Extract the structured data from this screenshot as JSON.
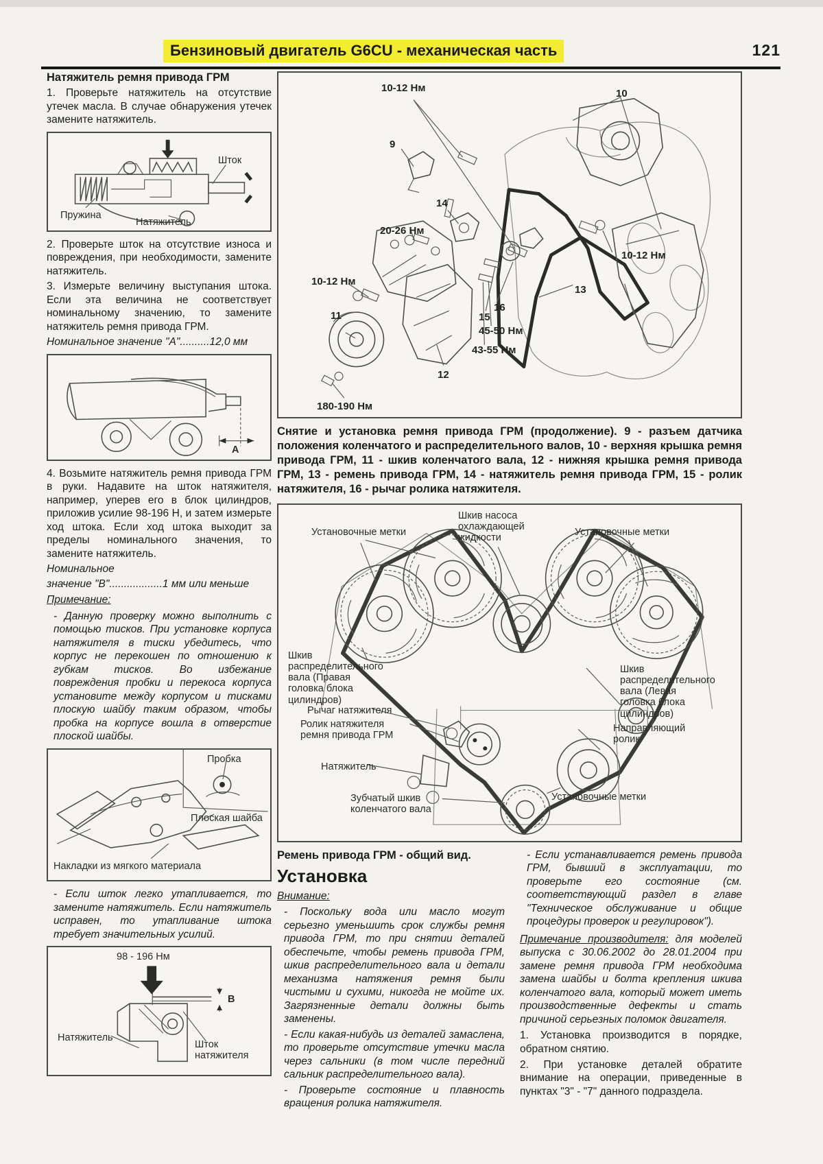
{
  "header": {
    "title": "Бензиновый двигатель G6CU - механическая часть",
    "page_number": "121",
    "highlight_color": "#f3ec35"
  },
  "left": {
    "title": "Натяжитель ремня привода ГРМ",
    "p1": "1. Проверьте натяжитель на отсутствие утечек масла. В случае обнаружения утечек замените натяжитель.",
    "fig_cutaway": {
      "rod": "Шток",
      "spring": "Пружина",
      "tensioner": "Натяжитель"
    },
    "p2": "2. Проверьте шток на отсутствие износа и повреждения, при необходимости, замените натяжитель.",
    "p3": "3. Измерьте величину выступания штока. Если эта величина не соответствует номинальному значению, то замените натяжитель ремня привода ГРМ.",
    "nominal_a": "Номинальное значение \"А\"..........12,0 мм",
    "fig_protrusion": {
      "dim": "А"
    },
    "p4": "4. Возьмите натяжитель ремня привода ГРМ в руки. Надавите на шток натяжителя, например, уперев его в блок цилиндров, приложив усилие 98-196 Н, и затем измерьте ход штока. Если ход штока выходит за пределы номинального значения, то замените натяжитель.",
    "nominal_b1": "Номинальное",
    "nominal_b2": "значение \"В\"..................1 мм или меньше",
    "note_label": "Примечание:",
    "note": "- Данную проверку можно выполнить с помощью тисков. При установке корпуса натяжителя в тиски убедитесь, что корпус не перекошен по отношению к губкам тисков. Во избежание повреждения пробки и перекоса корпуса установите между корпусом и тисками плоскую шайбу таким образом, чтобы пробка на корпусе вошла в отверстие плоской шайбы.",
    "fig_vise": {
      "plug": "Пробка",
      "washer": "Плоская шайба",
      "pads": "Накладки из мягкого материала"
    },
    "b1": "- Если шток легко утапливается, то замените натяжитель. Если натяжитель исправен, то утапливание штока требует значительных усилий.",
    "fig_force": {
      "force": "98 - 196 Нм",
      "dim": "В",
      "tensioner": "Натяжитель",
      "rod": "Шток натяжителя"
    }
  },
  "exploded": {
    "callouts": [
      "10-12 Нм",
      "10",
      "9",
      "14",
      "20-26 Нм",
      "10-12 Нм",
      "10-12 Нм",
      "13",
      "16",
      "15",
      "45-50 Нм",
      "43-55 Нм",
      "11",
      "180-190 Нм",
      "12"
    ],
    "caption": "Снятие и установка ремня привода ГРМ (продолжение). 9 - разъем датчика положения коленчатого и распределительного валов, 10 - верхняя крышка ремня привода ГРМ, 11 - шкив коленчатого вала, 12 - нижняя крышка ремня привода ГРМ, 13 - ремень привода ГРМ, 14 - натяжитель ремня привода ГРМ, 15 - ролик натяжителя, 16 - рычаг ролика натяжителя."
  },
  "belt": {
    "labels": {
      "marks_left": "Установочные метки",
      "pump": "Шкив насоса охлаждающей жидкости",
      "marks_right": "Установочные метки",
      "cam_right_head": "Шкив распределительного вала (Правая головка блока цилиндров)",
      "lever": "Рычаг натяжителя",
      "roller": "Ролик натяжителя ремня привода ГРМ",
      "tensioner": "Натяжитель",
      "crank": "Зубчатый шкив коленчатого вала",
      "cam_left_head": "Шкив распределительного вала (Левая головка блока цилиндров)",
      "guide": "Направляющий ролик",
      "marks_bottom": "Установочные метки"
    },
    "caption": "Ремень привода ГРМ - общий вид."
  },
  "install": {
    "heading": "Установка",
    "attention": "Внимание:",
    "b1": "- Поскольку вода или масло могут серьезно уменьшить срок службы ремня привода ГРМ, то при снятии деталей обеспечьте, чтобы ремень привода ГРМ, шкив распределительного вала и детали механизма натяжения ремня были чистыми и сухими, никогда не мойте их. Загрязненные детали должны быть заменены.",
    "b2": "- Если какая-нибудь из деталей замаслена, то проверьте отсутствие утечки масла через сальники (в том числе передний сальник распределительного вала).",
    "b3": "- Проверьте состояние и плавность вращения ролика натяжителя.",
    "r1": "- Если устанавливается ремень привода ГРМ, бывший в эксплуатации, то проверьте его состояние (см. соответствующий раздел в главе \"Техническое обслуживание и общие процедуры проверок и регулировок\").",
    "note_label": "Примечание производителя:",
    "note_rest": " для моделей выпуска с 30.06.2002 до 28.01.2004 при замене ремня привода ГРМ необходима замена шайбы и болта крепления шкива коленчатого вала, который может иметь производственные дефекты и стать причиной серьезных поломок двигателя.",
    "s1": "1. Установка производится в порядке, обратном снятию.",
    "s2": "2. При установке деталей обратите внимание на операции, приведенные в пунктах \"3\" - \"7\" данного подраздела."
  }
}
